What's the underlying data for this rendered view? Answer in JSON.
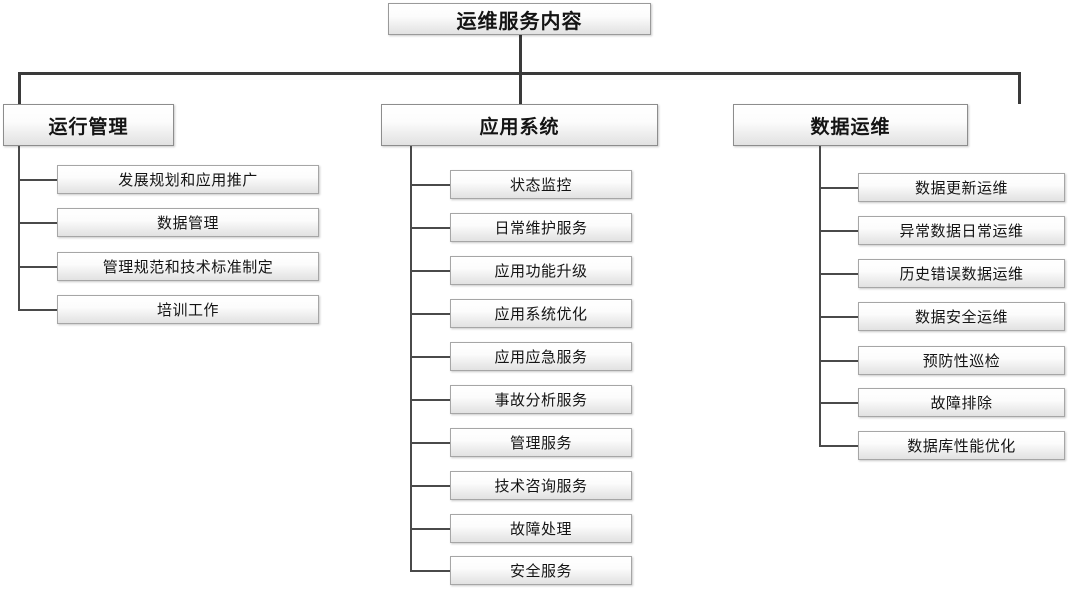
{
  "diagram": {
    "type": "organizational-tree",
    "title": "运维服务内容",
    "root": {
      "label": "运维服务内容"
    },
    "branches": [
      {
        "id": "operations-management",
        "label": "运行管理",
        "children": [
          {
            "label": "发展规划和应用推广"
          },
          {
            "label": "数据管理"
          },
          {
            "label": "管理规范和技术标准制定"
          },
          {
            "label": "培训工作"
          }
        ]
      },
      {
        "id": "application-system",
        "label": "应用系统",
        "children": [
          {
            "label": "状态监控"
          },
          {
            "label": "日常维护服务"
          },
          {
            "label": "应用功能升级"
          },
          {
            "label": "应用系统优化"
          },
          {
            "label": "应用应急服务"
          },
          {
            "label": "事故分析服务"
          },
          {
            "label": "管理服务"
          },
          {
            "label": "技术咨询服务"
          },
          {
            "label": "故障处理"
          },
          {
            "label": "安全服务"
          }
        ]
      },
      {
        "id": "data-operations",
        "label": "数据运维",
        "children": [
          {
            "label": "数据更新运维"
          },
          {
            "label": "异常数据日常运维"
          },
          {
            "label": "历史错误数据运维"
          },
          {
            "label": "数据安全运维"
          },
          {
            "label": "预防性巡检"
          },
          {
            "label": "故障排除"
          },
          {
            "label": "数据库性能优化"
          }
        ]
      }
    ],
    "colors": {
      "background": "#ffffff",
      "box_fill_top": "#ffffff",
      "box_fill_bottom": "#e2e2e2",
      "box_border": "#8d8d8d",
      "connector": "#3a3a3a",
      "text": "#141414"
    }
  }
}
